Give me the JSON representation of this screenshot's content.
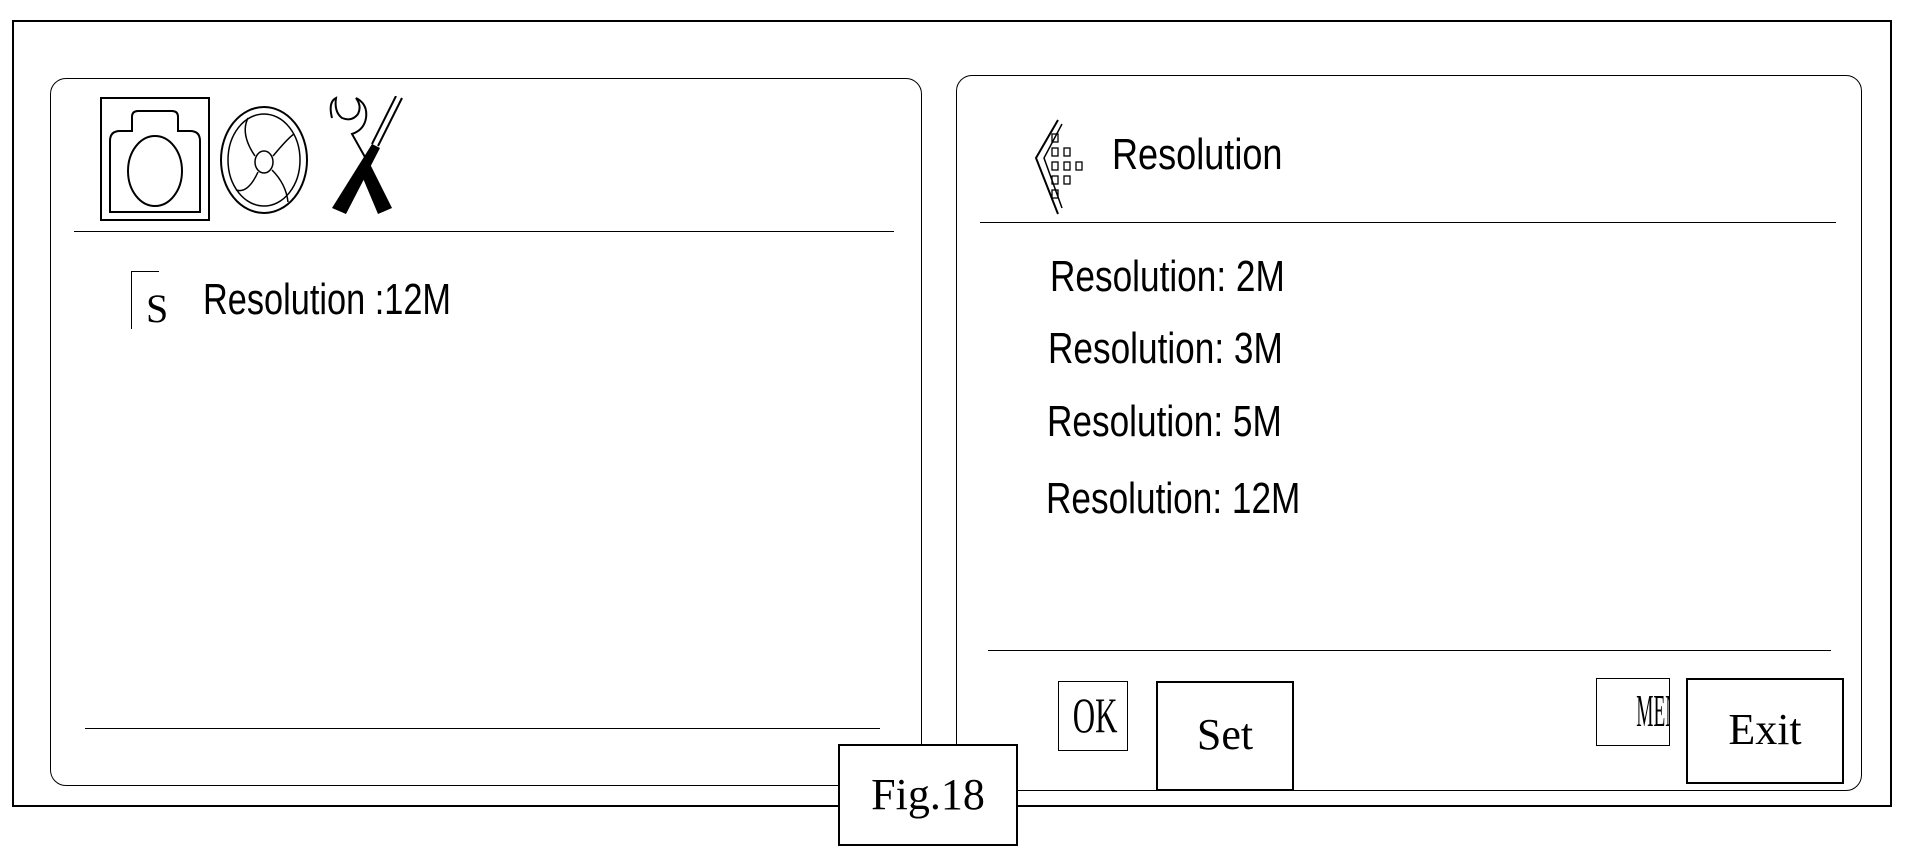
{
  "left_panel": {
    "tabs": [
      {
        "icon": "camera-icon",
        "selected": true
      },
      {
        "icon": "video-reel-icon",
        "selected": false
      },
      {
        "icon": "tools-icon",
        "selected": false
      }
    ],
    "setting_badge": "S",
    "setting_label": "Resolution :12M"
  },
  "right_panel": {
    "title": "Resolution",
    "options": [
      "Resolution: 2M",
      "Resolution: 3M",
      "Resolution: 5M",
      "Resolution: 12M"
    ],
    "ok_key": "OK",
    "set_label": "Set",
    "menu_key": "MENU",
    "exit_label": "Exit"
  },
  "caption": "Fig.18"
}
